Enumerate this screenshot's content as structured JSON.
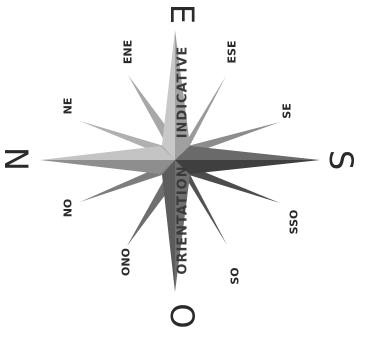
{
  "cardinals": {
    "north": "N",
    "south": "S",
    "east": "E",
    "west": "O"
  },
  "intercardinals": {
    "ene": "ENE",
    "ese": "ESE",
    "ne": "NE",
    "se": "SE",
    "no": "NO",
    "sso": "SSO",
    "ono": "ONO",
    "so": "SO"
  },
  "axis_labels": {
    "upper": "INDICATIVE",
    "lower": "ORIENTATION"
  },
  "colors": {
    "light": "#b5b5b5",
    "mid": "#8a8a8a",
    "dark": "#5a5a5a",
    "darker": "#4a4a4a",
    "text": "#2a2a2a"
  }
}
